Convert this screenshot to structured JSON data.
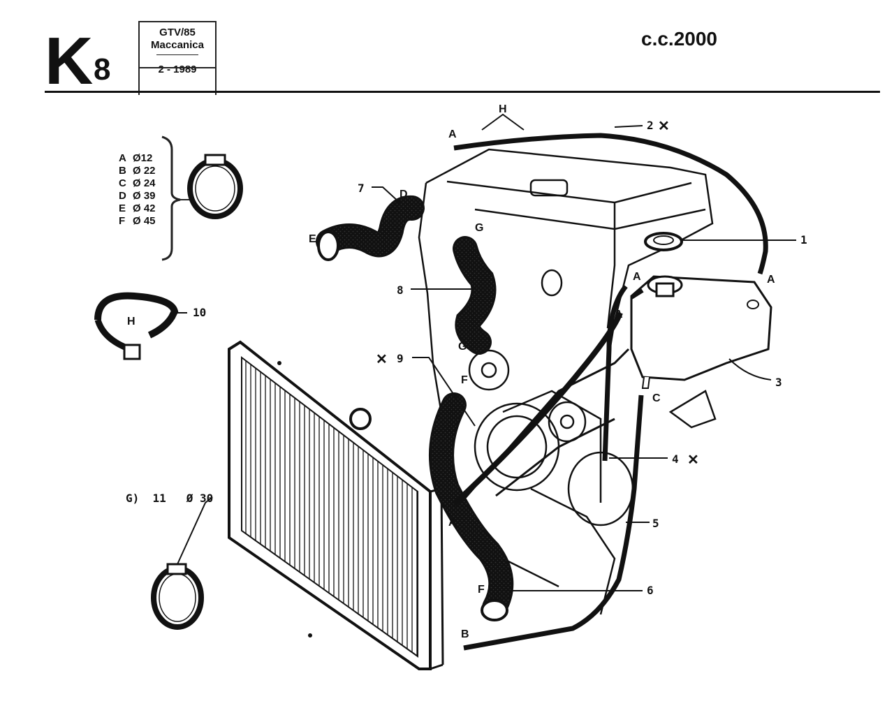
{
  "header": {
    "sheet_letter": "K",
    "sheet_number": "8",
    "model": "GTV/85",
    "section": "Maccanica",
    "date": "2 - 1989",
    "displacement": "c.c.2000"
  },
  "clamp_sizes": [
    {
      "letter": "A",
      "size": "Ø12"
    },
    {
      "letter": "B",
      "size": "Ø 22"
    },
    {
      "letter": "C",
      "size": "Ø 24"
    },
    {
      "letter": "D",
      "size": "Ø 39"
    },
    {
      "letter": "E",
      "size": "Ø 42"
    },
    {
      "letter": "F",
      "size": "Ø 45"
    }
  ],
  "clamp_g": {
    "prefix": "G)",
    "number": "11",
    "size": "Ø 30"
  },
  "callouts": {
    "c1": "1",
    "c2": "2",
    "c3": "3",
    "c4": "4",
    "c5": "5",
    "c6": "6",
    "c7": "7",
    "c8": "8",
    "c9": "9",
    "c10": "10"
  },
  "letters": {
    "band_h": "H",
    "top_h": "H",
    "top_a": "A",
    "right_a": "A",
    "tank_a": "A",
    "mid_a": "A",
    "low_a": "A",
    "hose_d": "D",
    "hose_e": "E",
    "hose_g_top": "G",
    "hose_g_bottom": "G",
    "hose_f_top": "F",
    "hose_f_bottom": "F",
    "hose_c": "C",
    "hose_b": "B"
  },
  "marks": {
    "cross": "✕"
  }
}
